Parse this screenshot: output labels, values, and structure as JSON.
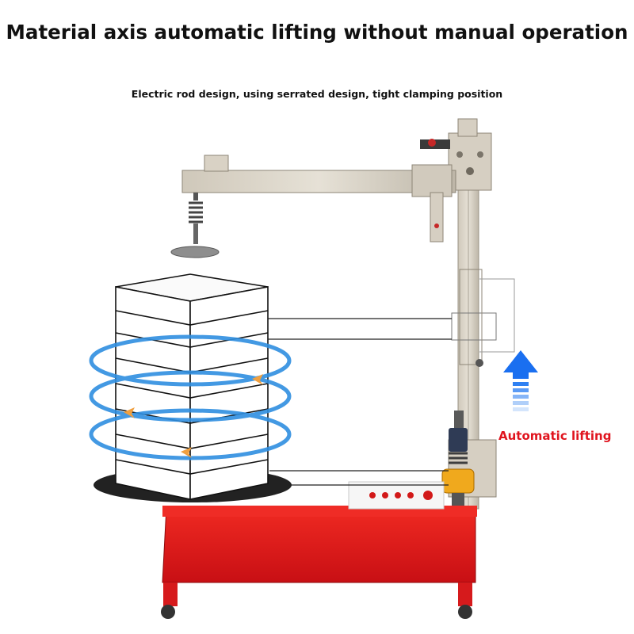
{
  "headline": "Material axis automatic lifting without manual operation",
  "subtitle": "Electric rod design, using serrated design, tight clamping position",
  "callout": {
    "label": "Automatic lifting",
    "label_color": "#e0141e",
    "arrow_color": "#1a6ff0"
  },
  "colors": {
    "machine_frame": "#d8d2c6",
    "base_cabinet": "#e4161c",
    "turntable": "#222222",
    "clamp_accent": "#f0a91d",
    "rotation_rings": "#2f8fe0",
    "rotation_arrows": "#f0a040"
  },
  "icons": [
    "up-arrow-icon",
    "rotation-arrow-icon"
  ]
}
